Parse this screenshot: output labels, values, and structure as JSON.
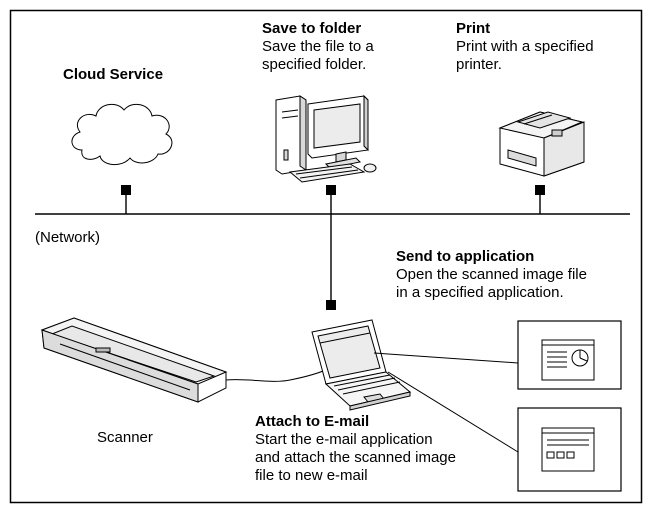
{
  "cloud_service": {
    "title": "Cloud Service"
  },
  "save_to_folder": {
    "title": "Save to folder",
    "desc": [
      "Save the file to a",
      "specified folder."
    ]
  },
  "print": {
    "title": "Print",
    "desc": [
      "Print with a specified",
      "printer."
    ]
  },
  "network": {
    "label": "(Network)"
  },
  "send_to_application": {
    "title": "Send to application",
    "desc": [
      "Open the scanned image file",
      "in a specified application."
    ]
  },
  "attach_to_email": {
    "title": "Attach to E-mail",
    "desc": [
      "Start the e-mail application",
      "and attach the scanned image",
      "file to new e-mail"
    ]
  },
  "scanner": {
    "label": "Scanner"
  }
}
